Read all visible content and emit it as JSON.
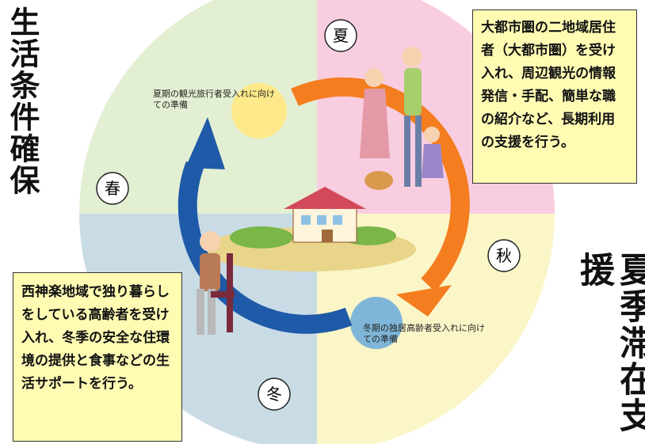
{
  "titles": {
    "left": "生活条件確保",
    "right": "夏季滞在支援"
  },
  "seasons": {
    "summer": "夏",
    "autumn": "秋",
    "winter": "冬",
    "spring": "春"
  },
  "notes": {
    "summer": "大都市圏の二地域居住者（大都市圏）を受け入れ、周辺観光の情報発信・手配、簡単な職の紹介など、長期利用の支援を行う。",
    "winter": "西神楽地域で独り暮らしをしている高齢者を受け入れ、冬季の安全な住環境の提供と食事などの生活サポートを行う。"
  },
  "captions": {
    "summer": "夏期の観光旅行者受入れに向けての準備",
    "winter": "冬期の独居高齢者受入れに向けての準備"
  },
  "colors": {
    "summer": "#f9cde0",
    "autumn": "#fbf6c8",
    "winter": "#c9dce6",
    "spring": "#e3efd2",
    "summer_arrow": "#f47d1f",
    "winter_arrow": "#1e5aa8",
    "sun": "#fde98a",
    "moon": "#7fb5d8",
    "note_bg": "#fffbb3"
  }
}
